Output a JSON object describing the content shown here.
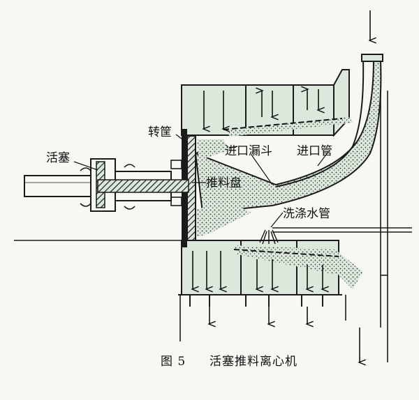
{
  "labels": {
    "zhuankuang": "转筐",
    "huosai": "活塞",
    "jinkou_loudou": "进口漏斗",
    "jinkou_guan": "进口管",
    "tuiliaopan": "推料盘",
    "xidi_shuiguan": "洗涤水管"
  },
  "caption": {
    "number": "图 5",
    "title": "活塞推料离心机"
  },
  "colors": {
    "ink": "#1a1a1a",
    "fill_light": "#dce8dc",
    "fill_solid": "#3a3a3a",
    "paper": "#f7f7f4"
  }
}
